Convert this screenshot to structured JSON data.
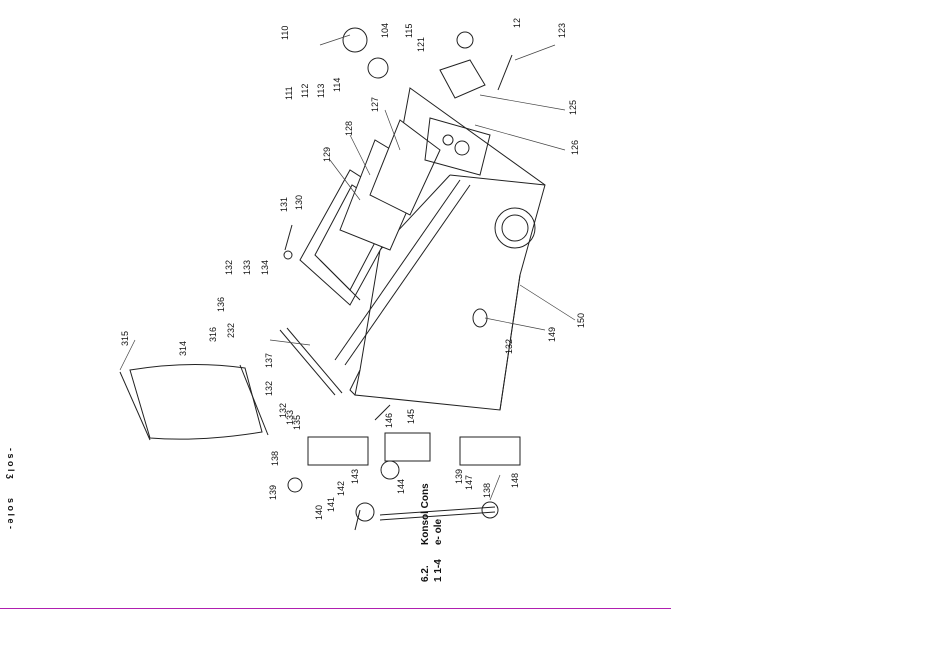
{
  "figure": {
    "caption": {
      "number": "6.2.",
      "line1": "Konsol  Cons",
      "line2": "e-      ole",
      "line3": "1          1-4"
    },
    "part_numbers": {
      "p110": "110",
      "p111": "111",
      "p112": "112",
      "p113": "113",
      "p114": "114",
      "p104": "104",
      "p115": "115",
      "p121": "121",
      "p12x": "12",
      "p123": "123",
      "p125": "125",
      "p126": "126",
      "p127": "127",
      "p128": "128",
      "p129": "129",
      "p130": "130",
      "p131": "131",
      "p132a": "132",
      "p133a": "133",
      "p134": "134",
      "p136": "136",
      "p232": "232",
      "p137": "137",
      "p132b": "132",
      "p132c": "132",
      "p133b": "133",
      "p135": "135",
      "p315": "315",
      "p314": "314",
      "p316": "316",
      "p146": "146",
      "p145": "145",
      "p138a": "138",
      "p143": "143",
      "p144": "144",
      "p139a": "139",
      "p142": "142",
      "p141": "141",
      "p140": "140",
      "p139b": "139",
      "p147": "147",
      "p138b": "138",
      "p148": "148",
      "p149": "149",
      "p132d": "132",
      "p150": "150"
    },
    "margin_fragments": {
      "upper": "- s o l ʒ",
      "lower": "s o l e -"
    }
  },
  "colors": {
    "rule": "#b01fb0",
    "ink": "#111111",
    "background": "#ffffff"
  }
}
